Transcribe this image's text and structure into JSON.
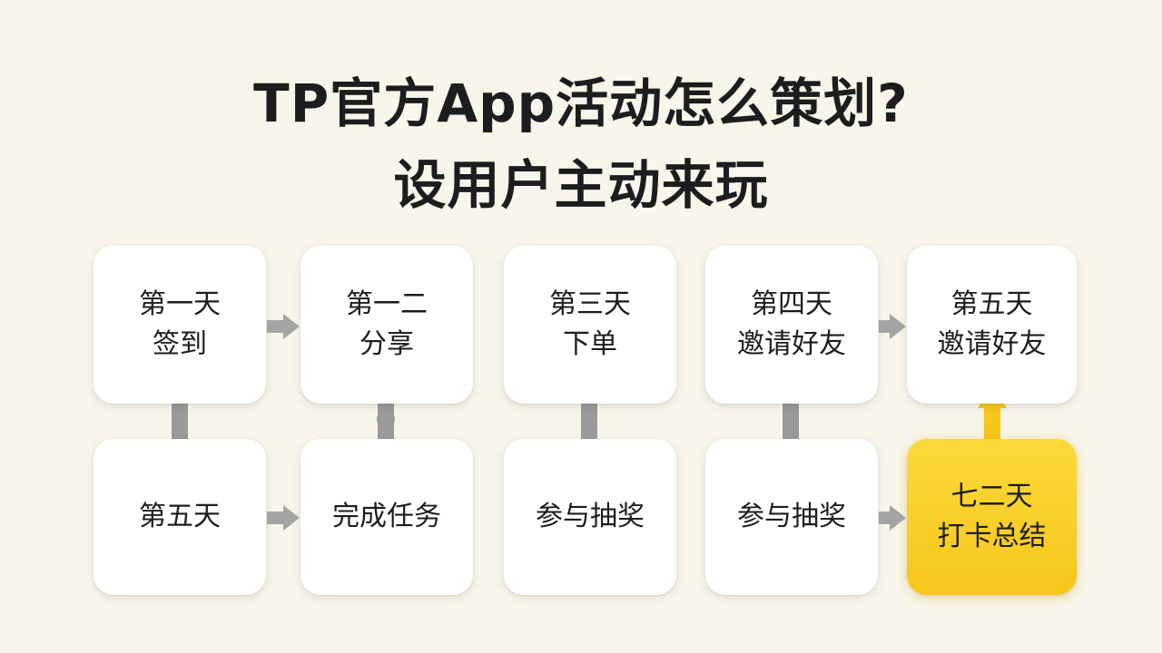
{
  "title": {
    "line1": "TP官方App活动怎么策划?",
    "line2": "设用户主动来玩"
  },
  "cards": {
    "top": [
      {
        "line1": "第一天",
        "line2": "签到"
      },
      {
        "line1": "第一二",
        "line2": "分享"
      },
      {
        "line1": "第三天",
        "line2": "下单"
      },
      {
        "line1": "第四天",
        "line2": "邀请好友"
      },
      {
        "line1": "第五天",
        "line2": "邀请好友"
      }
    ],
    "bottom": [
      {
        "line1": "第五天"
      },
      {
        "line1": "完成任务"
      },
      {
        "line1": "参与抽奖"
      },
      {
        "line1": "参与抽奖"
      },
      {
        "line1": "七二天",
        "line2": "打卡总结"
      }
    ]
  },
  "colors": {
    "background": "#f8f6ea",
    "card": "#ffffff",
    "highlight": "#f6c61b",
    "connector": "#9a9a9a",
    "text": "#1d1d1f"
  }
}
